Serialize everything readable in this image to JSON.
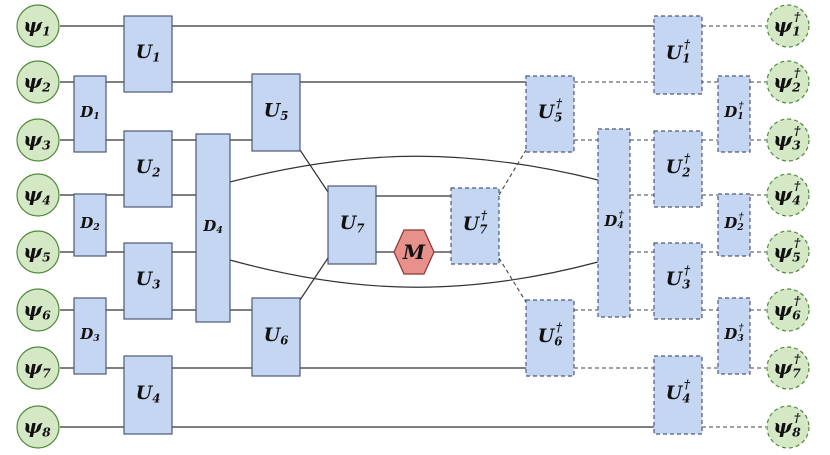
{
  "colors": {
    "input_node_fill": "#d5e8c6",
    "input_node_stroke": "#4f8a3a",
    "gate_fill": "#c5d6f2",
    "gate_stroke": "#4a5a78",
    "measure_fill": "#e8908c",
    "measure_stroke": "#8a3530",
    "wire": "#333333"
  },
  "inputs": [
    {
      "sym": "ψ",
      "sub": "1"
    },
    {
      "sym": "ψ",
      "sub": "2"
    },
    {
      "sym": "ψ",
      "sub": "3"
    },
    {
      "sym": "ψ",
      "sub": "4"
    },
    {
      "sym": "ψ",
      "sub": "5"
    },
    {
      "sym": "ψ",
      "sub": "6"
    },
    {
      "sym": "ψ",
      "sub": "7"
    },
    {
      "sym": "ψ",
      "sub": "8"
    }
  ],
  "outputs": [
    {
      "sym": "ψ",
      "sub": "1",
      "sup": "†"
    },
    {
      "sym": "ψ",
      "sub": "2",
      "sup": "†"
    },
    {
      "sym": "ψ",
      "sub": "3",
      "sup": "†"
    },
    {
      "sym": "ψ",
      "sub": "4",
      "sup": "†"
    },
    {
      "sym": "ψ",
      "sub": "5",
      "sup": "†"
    },
    {
      "sym": "ψ",
      "sub": "6",
      "sup": "†"
    },
    {
      "sym": "ψ",
      "sub": "7",
      "sup": "†"
    },
    {
      "sym": "ψ",
      "sub": "8",
      "sup": "†"
    }
  ],
  "gates": [
    {
      "id": "d1",
      "sym": "D",
      "sub": "1"
    },
    {
      "id": "d2",
      "sym": "D",
      "sub": "2"
    },
    {
      "id": "d3",
      "sym": "D",
      "sub": "3"
    },
    {
      "id": "u1",
      "sym": "U",
      "sub": "1"
    },
    {
      "id": "u2",
      "sym": "U",
      "sub": "2"
    },
    {
      "id": "u3",
      "sym": "U",
      "sub": "3"
    },
    {
      "id": "u4",
      "sym": "U",
      "sub": "4"
    },
    {
      "id": "d4",
      "sym": "D",
      "sub": "4"
    },
    {
      "id": "u5",
      "sym": "U",
      "sub": "5"
    },
    {
      "id": "u6",
      "sym": "U",
      "sub": "6"
    },
    {
      "id": "u7",
      "sym": "U",
      "sub": "7"
    },
    {
      "id": "u7d",
      "sym": "U",
      "sub": "7",
      "sup": "†",
      "dashed": true
    },
    {
      "id": "u5d",
      "sym": "U",
      "sub": "5",
      "sup": "†",
      "dashed": true
    },
    {
      "id": "u6d",
      "sym": "U",
      "sub": "6",
      "sup": "†",
      "dashed": true
    },
    {
      "id": "d4d",
      "sym": "D",
      "sub": "4",
      "sup": "†",
      "dashed": true
    },
    {
      "id": "u1d",
      "sym": "U",
      "sub": "1",
      "sup": "†",
      "dashed": true
    },
    {
      "id": "u2d",
      "sym": "U",
      "sub": "2",
      "sup": "†",
      "dashed": true
    },
    {
      "id": "u3d",
      "sym": "U",
      "sub": "3",
      "sup": "†",
      "dashed": true
    },
    {
      "id": "u4d",
      "sym": "U",
      "sub": "4",
      "sup": "†",
      "dashed": true
    },
    {
      "id": "d1d",
      "sym": "D",
      "sub": "1",
      "sup": "†",
      "dashed": true
    },
    {
      "id": "d2d",
      "sym": "D",
      "sub": "2",
      "sup": "†",
      "dashed": true
    },
    {
      "id": "d3d",
      "sym": "D",
      "sub": "3",
      "sup": "†",
      "dashed": true
    }
  ],
  "measurement": {
    "sym": "M"
  }
}
